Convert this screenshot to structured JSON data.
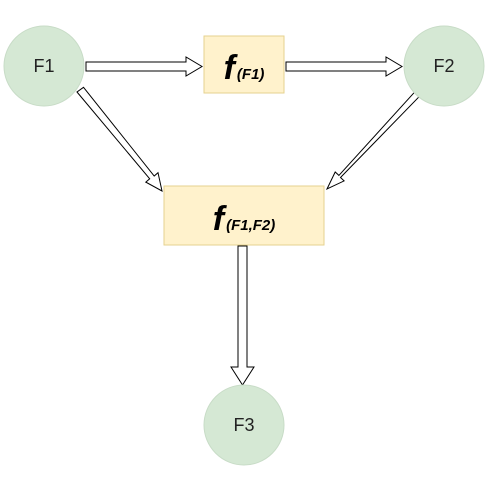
{
  "nodes": {
    "f1": {
      "label": "F1"
    },
    "f2": {
      "label": "F2"
    },
    "f3": {
      "label": "F3"
    }
  },
  "functions": {
    "top": {
      "symbol": "f",
      "args": "(F1)"
    },
    "middle": {
      "symbol": "f",
      "args": "(F1,F2)"
    }
  },
  "colors": {
    "node_fill": "#d5e8d4",
    "node_stroke": "#c8dcc7",
    "function_fill": "#fff2cc",
    "function_stroke": "#e6d28f",
    "arrow_stroke": "#000000",
    "arrow_fill": "#ffffff"
  }
}
